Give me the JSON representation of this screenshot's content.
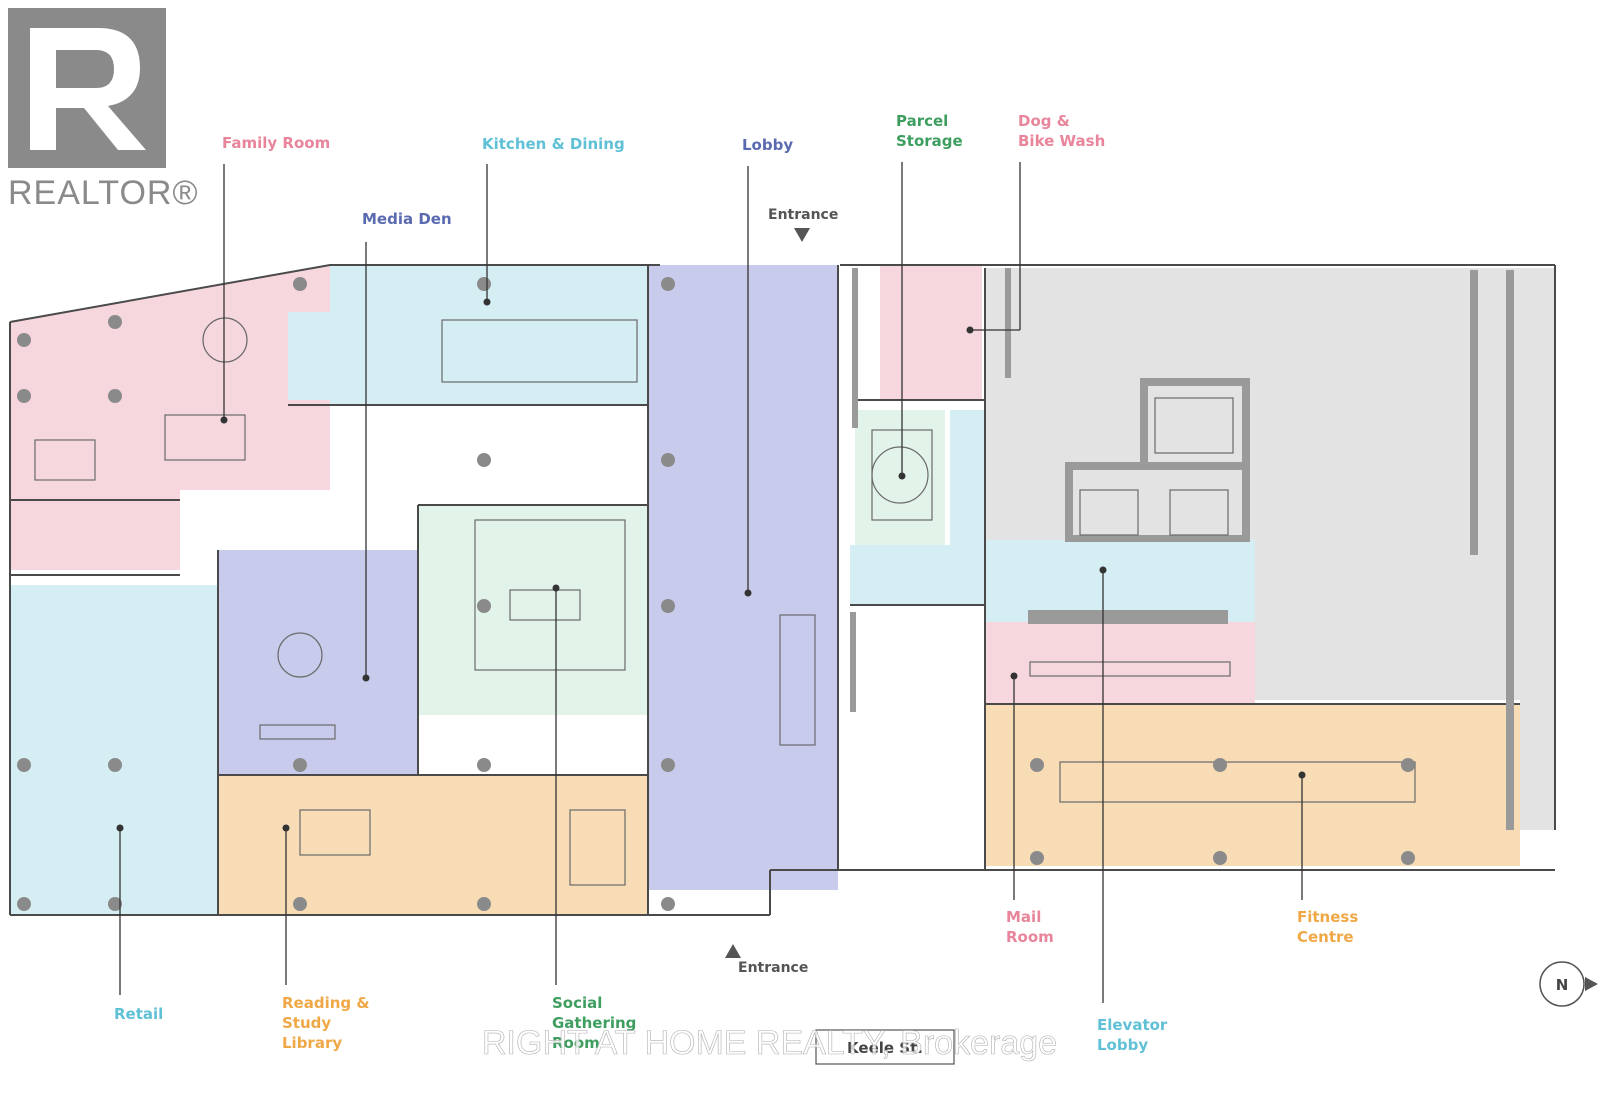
{
  "logo": {
    "text": "REALTOR®",
    "color": "#8a8a8a"
  },
  "colors": {
    "pink": "#f7d7de",
    "blue": "#d5eef4",
    "mint": "#e2f3ea",
    "lavender": "#c9cbec",
    "orange": "#f7dcb6",
    "grey": "#e3e3e3",
    "line": "#4a4a4a",
    "label_pink": "#e8859b",
    "label_blue": "#5fc0d6",
    "label_indigo": "#5a6ab0",
    "label_green": "#3e9e5f",
    "label_orange": "#f0a846"
  },
  "labels": {
    "family_room": "Family Room",
    "kitchen_dining": "Kitchen & Dining",
    "lobby": "Lobby",
    "parcel_storage_1": "Parcel",
    "parcel_storage_2": "Storage",
    "dog_bike_1": "Dog &",
    "dog_bike_2": "Bike Wash",
    "media_den": "Media Den",
    "entrance_top": "Entrance",
    "entrance_bottom": "Entrance",
    "mail_room_1": "Mail",
    "mail_room_2": "Room",
    "fitness_1": "Fitness",
    "fitness_2": "Centre",
    "retail": "Retail",
    "reading_1": "Reading &",
    "reading_2": "Study",
    "reading_3": "Library",
    "social_1": "Social",
    "social_2": "Gathering",
    "social_3": "Room",
    "elevator_1": "Elevator",
    "elevator_2": "Lobby",
    "street": "Keele St.",
    "north": "N"
  },
  "watermark": "RIGHT AT HOME REALTY, Brokerage"
}
